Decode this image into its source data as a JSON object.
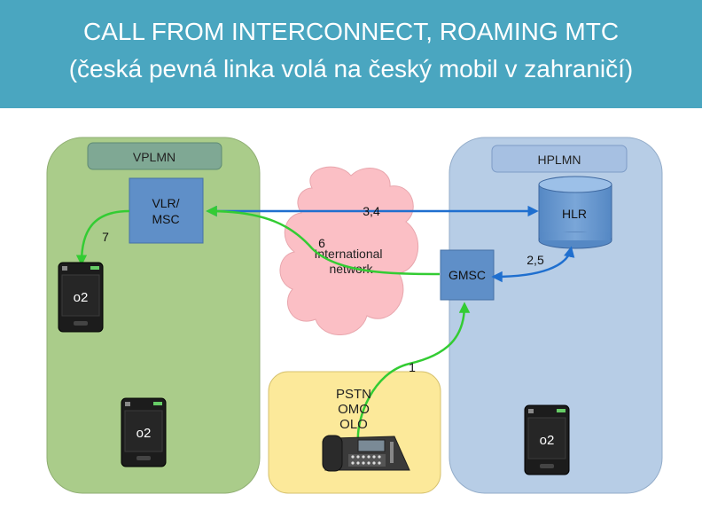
{
  "header": {
    "title": "CALL FROM INTERCONNECT, ROAMING MTC",
    "subtitle": "(česká pevná linka volá na český mobil v zahraničí)",
    "background_color": "#4aa6c0"
  },
  "diagram": {
    "vplmn": {
      "label": "VPLMN",
      "color": "#aacc8a"
    },
    "hplmn": {
      "label": "HPLMN",
      "color": "#b7cde6"
    },
    "vlr_msc": {
      "line1": "VLR/",
      "line2": "MSC"
    },
    "hlr": {
      "label": "HLR"
    },
    "gmsc": {
      "label": "GMSC"
    },
    "network": {
      "line1": "International",
      "line2": "network",
      "color": "#fbbfc5"
    },
    "pstn": {
      "line1": "PSTN",
      "line2": "OMO",
      "line3": "OLO",
      "color": "#fce99a"
    },
    "phones": [
      {
        "brand": "o2"
      },
      {
        "brand": "o2"
      },
      {
        "brand": "o2"
      }
    ],
    "edges": [
      {
        "label": "1",
        "color": "#33cc33"
      },
      {
        "label": "2,5",
        "color": "#1f6fcf"
      },
      {
        "label": "3,4",
        "color": "#1f6fcf"
      },
      {
        "label": "6",
        "color": "#33cc33"
      },
      {
        "label": "7",
        "color": "#33cc33"
      }
    ]
  }
}
